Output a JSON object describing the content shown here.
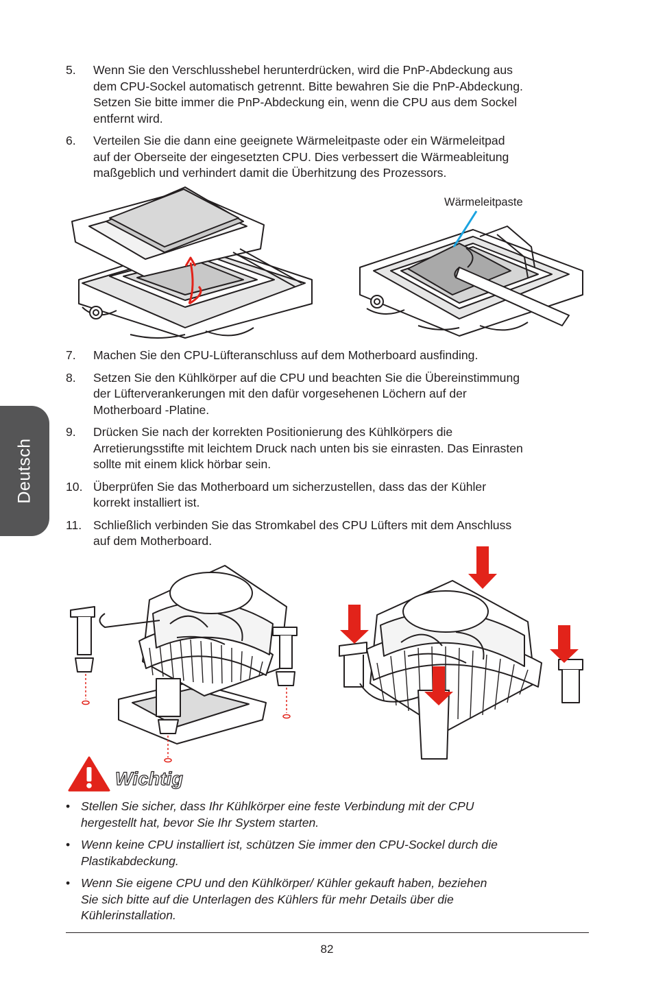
{
  "side_tab": {
    "label": "Deutsch"
  },
  "steps_top": [
    {
      "num": "5.",
      "lines": [
        "Wenn Sie den Verschlusshebel herunterdrücken, wird die PnP-Abdeckung aus",
        "dem CPU-Sockel automatisch getrennt. Bitte bewahren Sie die PnP-Abdeckung.",
        "Setzen Sie bitte immer die PnP-Abdeckung ein, wenn die CPU aus dem Sockel",
        "entfernt wird."
      ]
    },
    {
      "num": "6.",
      "lines": [
        "Verteilen Sie die dann eine geeignete Wärmeleitpaste oder ein Wärmeleitpad",
        "auf der Oberseite der eingesetzten CPU. Dies verbessert die Wärmeableitung",
        "maßgeblich und verhindert damit die Überhitzung des Prozessors."
      ]
    }
  ],
  "figure1": {
    "label": "Wärmeleitpaste"
  },
  "steps_mid": [
    {
      "num": "7.",
      "lines": [
        "Machen Sie den CPU-Lüfteranschluss auf dem Motherboard ausfinding."
      ]
    },
    {
      "num": "8.",
      "lines": [
        "Setzen Sie den Kühlkörper auf die CPU und beachten Sie die Übereinstimmung",
        "der Lüfterverankerungen mit den dafür vorgesehenen Löchern auf der",
        "Motherboard -Platine."
      ]
    },
    {
      "num": "9.",
      "lines": [
        "Drücken Sie nach der korrekten Positionierung des Kühlkörpers die",
        "Arretierungsstifte mit leichtem Druck nach unten bis sie einrasten. Das Einrasten",
        "sollte mit einem klick hörbar sein."
      ]
    },
    {
      "num": "10.",
      "lines": [
        "Überprüfen Sie das Motherboard um sicherzustellen,  dass das der Kühler",
        "korrekt installiert ist."
      ]
    },
    {
      "num": "11.",
      "lines": [
        "Schließlich verbinden Sie das Stromkabel des CPU Lüfters mit dem Anschluss",
        "auf dem Motherboard."
      ]
    }
  ],
  "warning": {
    "title": "Wichtig",
    "icon": "warning-triangle-icon"
  },
  "notes": [
    {
      "lines": [
        "Stellen Sie sicher, dass Ihr Kühlkörper eine feste Verbindung mit der CPU",
        "hergestellt hat, bevor Sie Ihr System starten."
      ]
    },
    {
      "lines": [
        "Wenn keine CPU installiert ist, schützen Sie immer den CPU-Sockel durch die",
        "Plastikabdeckung."
      ]
    },
    {
      "lines": [
        "Wenn Sie eigene CPU und den Kühlkörper/ Kühler gekauft haben, beziehen",
        "Sie sich bitte auf die Unterlagen des Kühlers für mehr Details über die",
        "Kühlerinstallation."
      ]
    }
  ],
  "page_number": "82",
  "colors": {
    "accent_red": "#e2231a",
    "tab_gray": "#555556",
    "paste_blue": "#1aa3e0"
  }
}
